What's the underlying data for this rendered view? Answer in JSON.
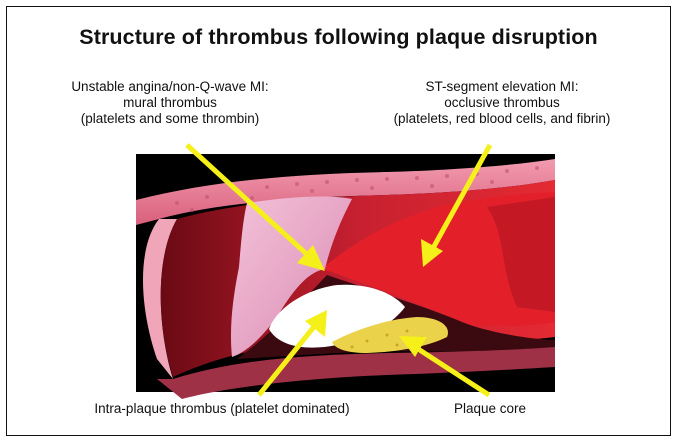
{
  "title": "Structure of thrombus following plaque disruption",
  "labels": {
    "unstable_angina": {
      "line1": "Unstable angina/non-Q-wave MI:",
      "line2": "mural thrombus",
      "line3": "(platelets and some thrombin)"
    },
    "st_elevation": {
      "line1": "ST-segment elevation MI:",
      "line2": "occlusive thrombus",
      "line3": "(platelets, red blood cells, and fibrin)"
    },
    "intra_plaque": "Intra-plaque thrombus (platelet dominated)",
    "plaque_core": "Plaque core"
  },
  "colors": {
    "arrow": "#f5ef1a",
    "vessel_wall": "#e87d95",
    "occlusive_thrombus": "#e3202a",
    "mural_thrombus": "#eaa9c8",
    "intra_plaque_thrombus": "#ffffff",
    "plaque_core": "#ead24a",
    "background": "#000000"
  }
}
